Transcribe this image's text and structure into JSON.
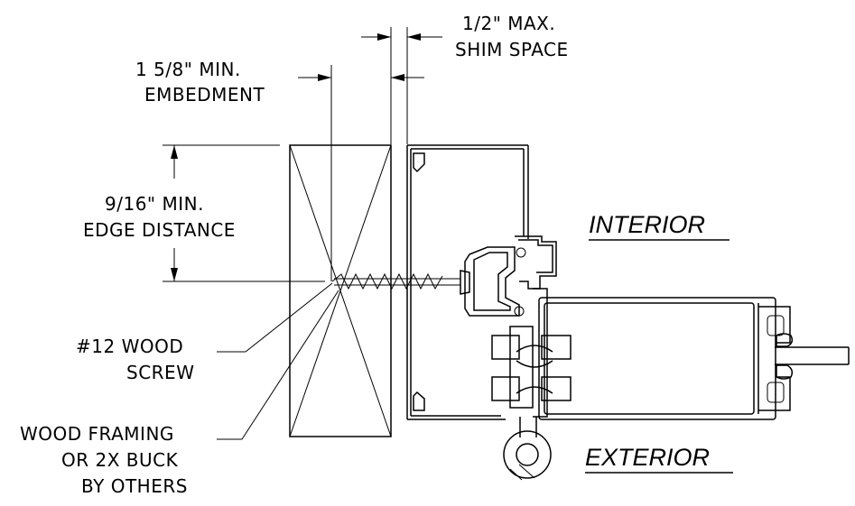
{
  "labels": {
    "shim_line1": "1/2\" MAX.",
    "shim_line2": "SHIM SPACE",
    "embed_line1": "1 5/8\" MIN.",
    "embed_line2": "EMBEDMENT",
    "edge_line1": "9/16\" MIN.",
    "edge_line2": "EDGE DISTANCE",
    "screw_line1": "#12 WOOD",
    "screw_line2": "SCREW",
    "framing_line1": "WOOD FRAMING",
    "framing_line2": "OR 2X BUCK",
    "framing_line3": "BY OTHERS",
    "interior": "INTERIOR",
    "exterior": "EXTERIOR"
  }
}
